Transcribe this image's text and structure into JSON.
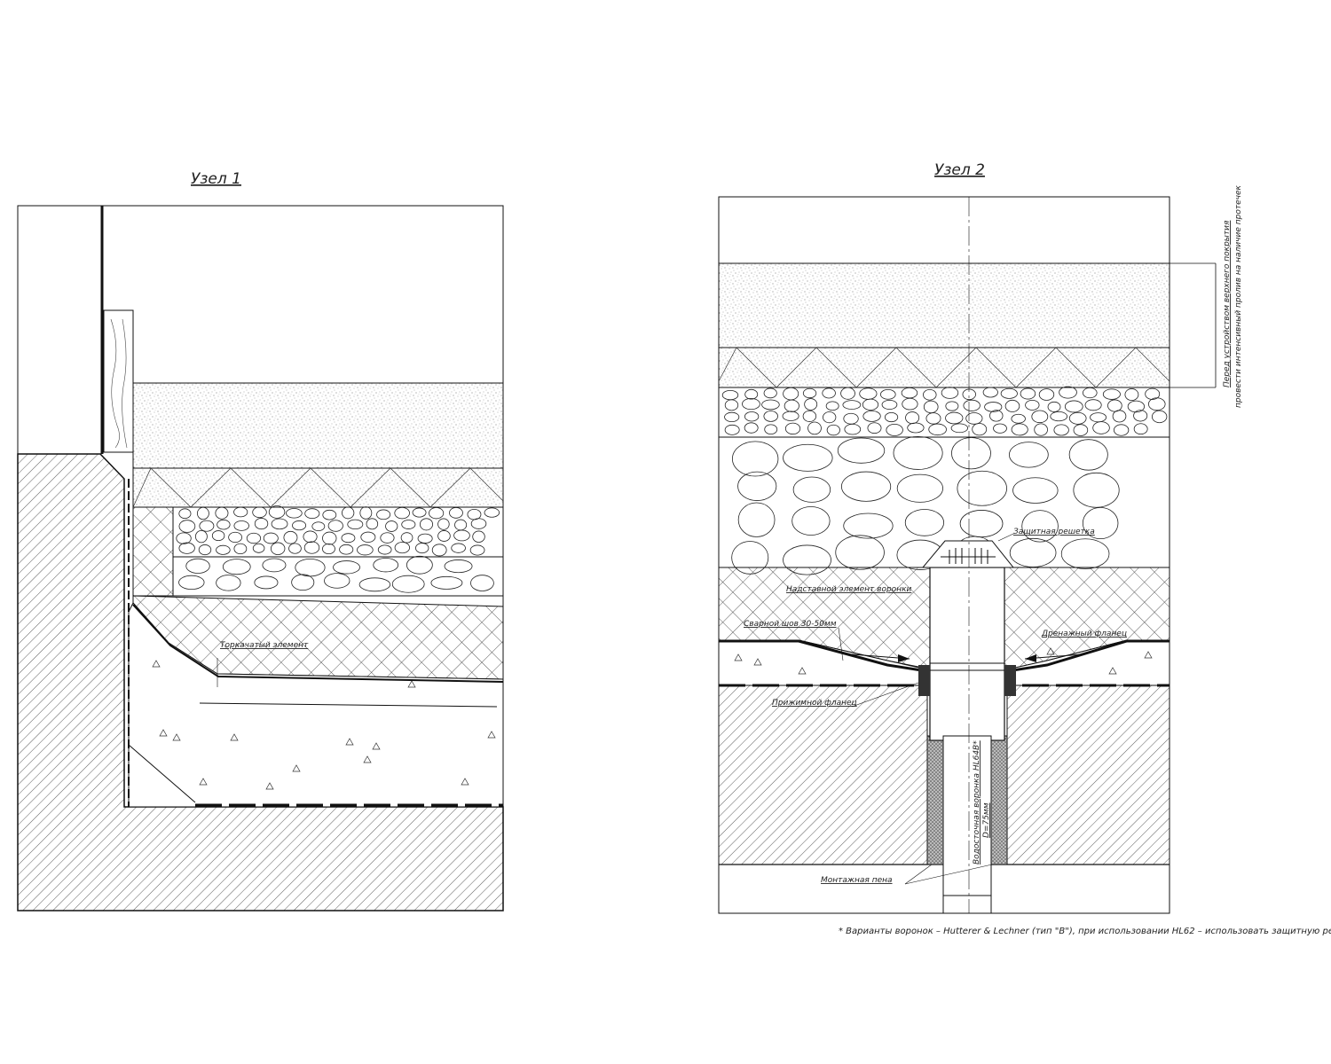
{
  "details": [
    {
      "title": "Узел 1",
      "labels": {
        "element": "Торкачатый элемент"
      }
    },
    {
      "title": "Узел 2",
      "labels": {
        "grate": "Защитная решетка",
        "extension": "Надставной элемент воронки",
        "weld": "Сварной шов 30-50мм",
        "drain_flange": "Дренажный фланец",
        "clamp_flange": "Прижимной фланец",
        "funnel": "Водосточная воронка HL64B*",
        "diameter": "D=75мм",
        "foam": "Монтажная пена"
      },
      "side_note": {
        "line1": "Перед устройством верхнего покрытия",
        "line2": "провести интенсивный пролив на наличие протечек"
      }
    }
  ],
  "footnote": "* Варианты воронок – Hutterer & Lechner (тип \"B\"), при использовании HL62 – использовать защитную решетку",
  "colors": {
    "line": "#111111",
    "background": "#ffffff"
  }
}
